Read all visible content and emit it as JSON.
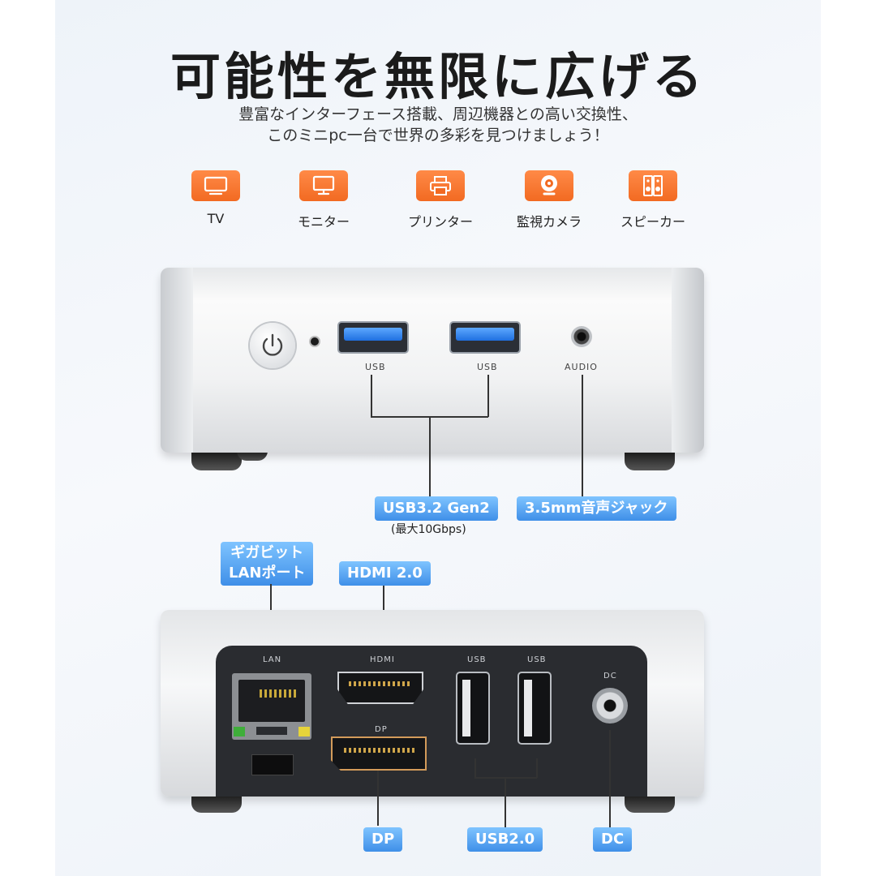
{
  "heading": {
    "title": "可能性を無限に広げる",
    "subtitle_line1": "豊富なインターフェース搭載、周辺機器との高い交換性、",
    "subtitle_line2": "このミニpc一台で世界の多彩を見つけましょう！"
  },
  "devices": [
    {
      "label": "TV",
      "icon": "tv-icon"
    },
    {
      "label": "モニター",
      "icon": "monitor-icon"
    },
    {
      "label": "プリンター",
      "icon": "printer-icon"
    },
    {
      "label": "監視カメラ",
      "icon": "webcam-icon"
    },
    {
      "label": "スピーカー",
      "icon": "speaker-icon"
    }
  ],
  "front": {
    "port_usb_1": "USB",
    "port_usb_2": "USB",
    "port_audio": "AUDIO",
    "callout_usb": "USB3.2 Gen2",
    "callout_usb_note": "(最大10Gbps)",
    "callout_audio": "3.5mm音声ジャック"
  },
  "rear": {
    "port_lan": "LAN",
    "port_hdmi": "HDMI",
    "port_dp": "DP",
    "port_usb_1": "USB",
    "port_usb_2": "USB",
    "port_dc": "DC",
    "callout_lan_1": "ギガビット",
    "callout_lan_2": "LANポート",
    "callout_hdmi": "HDMI 2.0",
    "callout_dp": "DP",
    "callout_usb": "USB2.0",
    "callout_dc": "DC"
  },
  "colors": {
    "accent_orange": "#f26a22",
    "callout_blue": "#3f8fe8",
    "usb3_blue": "#1f6fe0"
  }
}
